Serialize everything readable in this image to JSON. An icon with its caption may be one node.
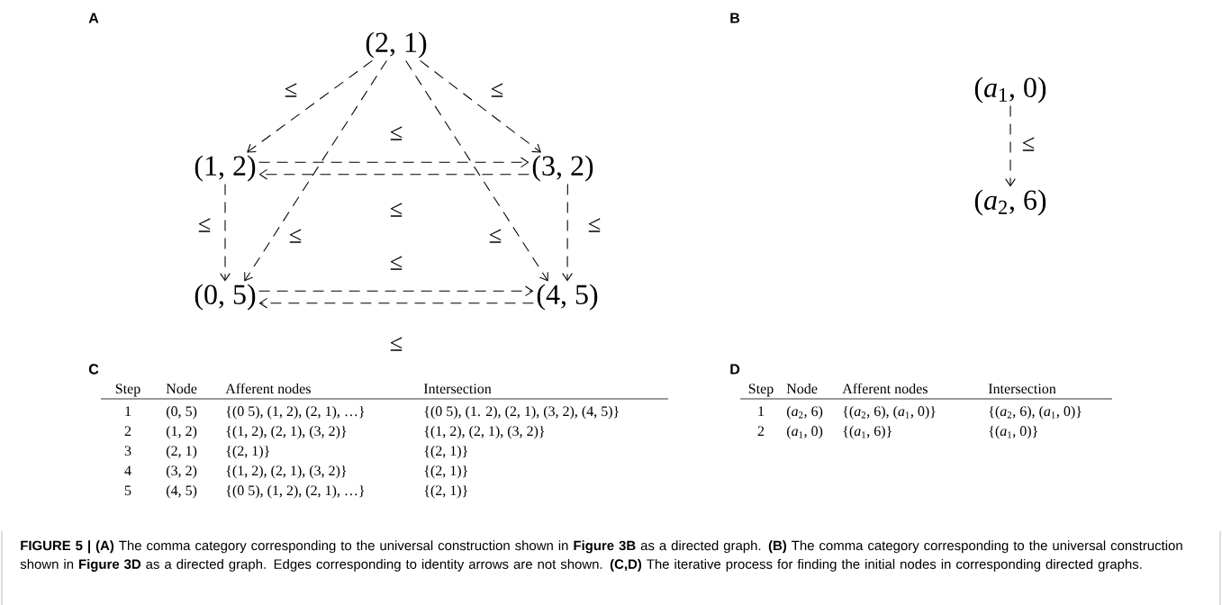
{
  "diagram": {
    "caption": "**FIGURE 5 | (A)** The comma category corresponding to the universal construction shown in **Figure 3B** as a directed graph. **(B)** The comma category corresponding to the universal construction shown in **Figure 3D** as a directed graph. Edges corresponding to identity arrows are not shown. **(C,D)** The iterative process for finding the initial nodes in corresponding directed graphs.",
    "nodes": [
      {
        "text": [
          "(2, 1)"
        ]
      },
      {
        "text": [
          "(1, 2)"
        ]
      },
      {
        "text": [
          "(3, 2)"
        ]
      },
      {
        "text": [
          "(0, 5)"
        ]
      },
      {
        "text": [
          "(4, 5)"
        ]
      },
      {
        "text": [
          "(*a*$_{1}$, 0)"
        ]
      },
      {
        "text": [
          "(*a*$_{2}$, 6)"
        ]
      }
    ],
    "edges": [
      {
        "from": 0,
        "to": 1,
        "arrow": "to",
        "label": "≤",
        "style": "dashed"
      },
      {
        "from": 0,
        "to": 2,
        "arrow": "to",
        "label": "≤",
        "style": "dashed"
      },
      {
        "from": 0,
        "to": 3,
        "arrow": "to",
        "label": "≤",
        "style": "dashed"
      },
      {
        "from": 0,
        "to": 4,
        "arrow": "to",
        "label": "≤",
        "style": "dashed"
      },
      {
        "from": 1,
        "to": 2,
        "arrow": "to",
        "label": "≤",
        "style": "dashed"
      },
      {
        "from": 2,
        "to": 1,
        "arrow": "to",
        "label": "≤",
        "style": "dashed"
      },
      {
        "from": 1,
        "to": 3,
        "arrow": "to",
        "label": "≤",
        "style": "dashed"
      },
      {
        "from": 2,
        "to": 4,
        "arrow": "to",
        "label": "≤",
        "style": "dashed"
      },
      {
        "from": 3,
        "to": 4,
        "arrow": "to",
        "label": "≤",
        "style": "dashed"
      },
      {
        "from": 4,
        "to": 3,
        "arrow": "to",
        "label": "≤",
        "style": "dashed"
      },
      {
        "from": 5,
        "to": 6,
        "arrow": "to",
        "label": "≤",
        "style": "dashed"
      }
    ],
    "labels": [
      "A",
      "B",
      "C",
      "D",
      "Step",
      "Node",
      "Afferent nodes",
      "Intersection",
      "1",
      "(0, 5)",
      "{(0 5), (1, 2), (2, 1), …}",
      "{(0 5), (1. 2), (2, 1), (3, 2), (4, 5)}",
      "2",
      "(1, 2)",
      "{(1, 2), (2, 1), (3, 2)}",
      "{(1, 2), (2, 1), (3, 2)}",
      "3",
      "(2, 1)",
      "{(2, 1)}",
      "{(2, 1)}",
      "4",
      "(3, 2)",
      "{(1, 2), (2, 1), (3, 2)}",
      "{(2, 1)}",
      "5",
      "(4, 5)",
      "{(0 5), (1, 2), (2, 1), …}",
      "{(2, 1)}",
      "Step",
      "Node",
      "Afferent nodes",
      "Intersection",
      "1",
      "(*a*$_{2}$, 6)",
      "{(*a*$_{2}$, 6), (*a*$_{1}$, 0)}",
      "{(*a*$_{2}$, 6), (*a*$_{1}$, 0)}",
      "2",
      "(*a*$_{1}$, 0)",
      "{(*a*$_{1}$, 6)}",
      "{(*a*$_{1}$, 0)}"
    ]
  }
}
